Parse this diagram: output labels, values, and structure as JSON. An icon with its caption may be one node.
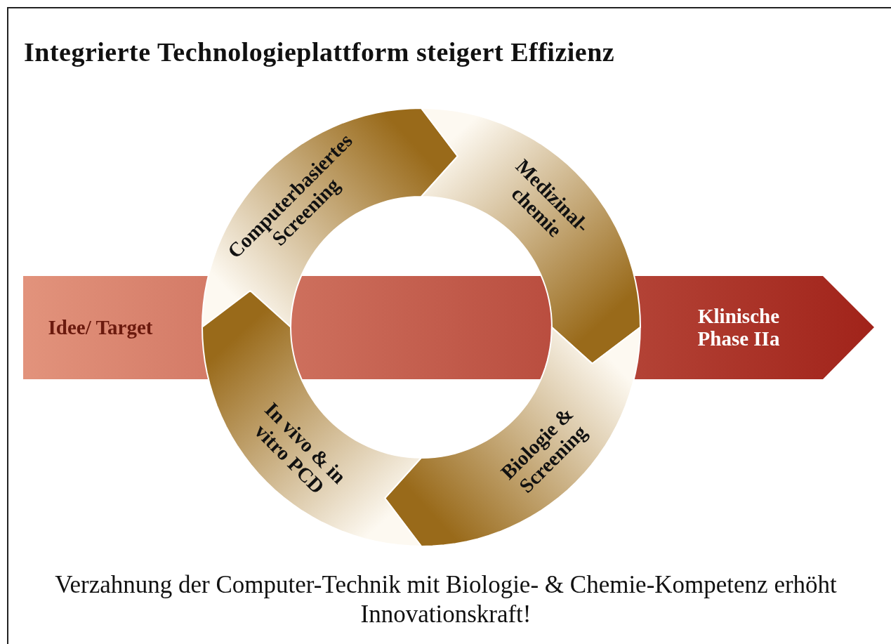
{
  "diagram": {
    "title": "Integrierte Technologieplattform steigert Effizienz",
    "caption": "Verzahnung der Computer-Technik mit Biologie- & Chemie-Kompetenz erhöht Innovationskraft!",
    "nodes": [
      {
        "text": [
          "Idee/ Target",
          "Klinische Phase IIa"
        ]
      },
      {
        "text": [
          "Computerbasiertes Screening"
        ]
      },
      {
        "text": [
          "Medizinal- chemie"
        ]
      },
      {
        "text": [
          "Biologie & Screening"
        ]
      },
      {
        "text": [
          "In vivo & in vitro PCD"
        ]
      }
    ]
  }
}
